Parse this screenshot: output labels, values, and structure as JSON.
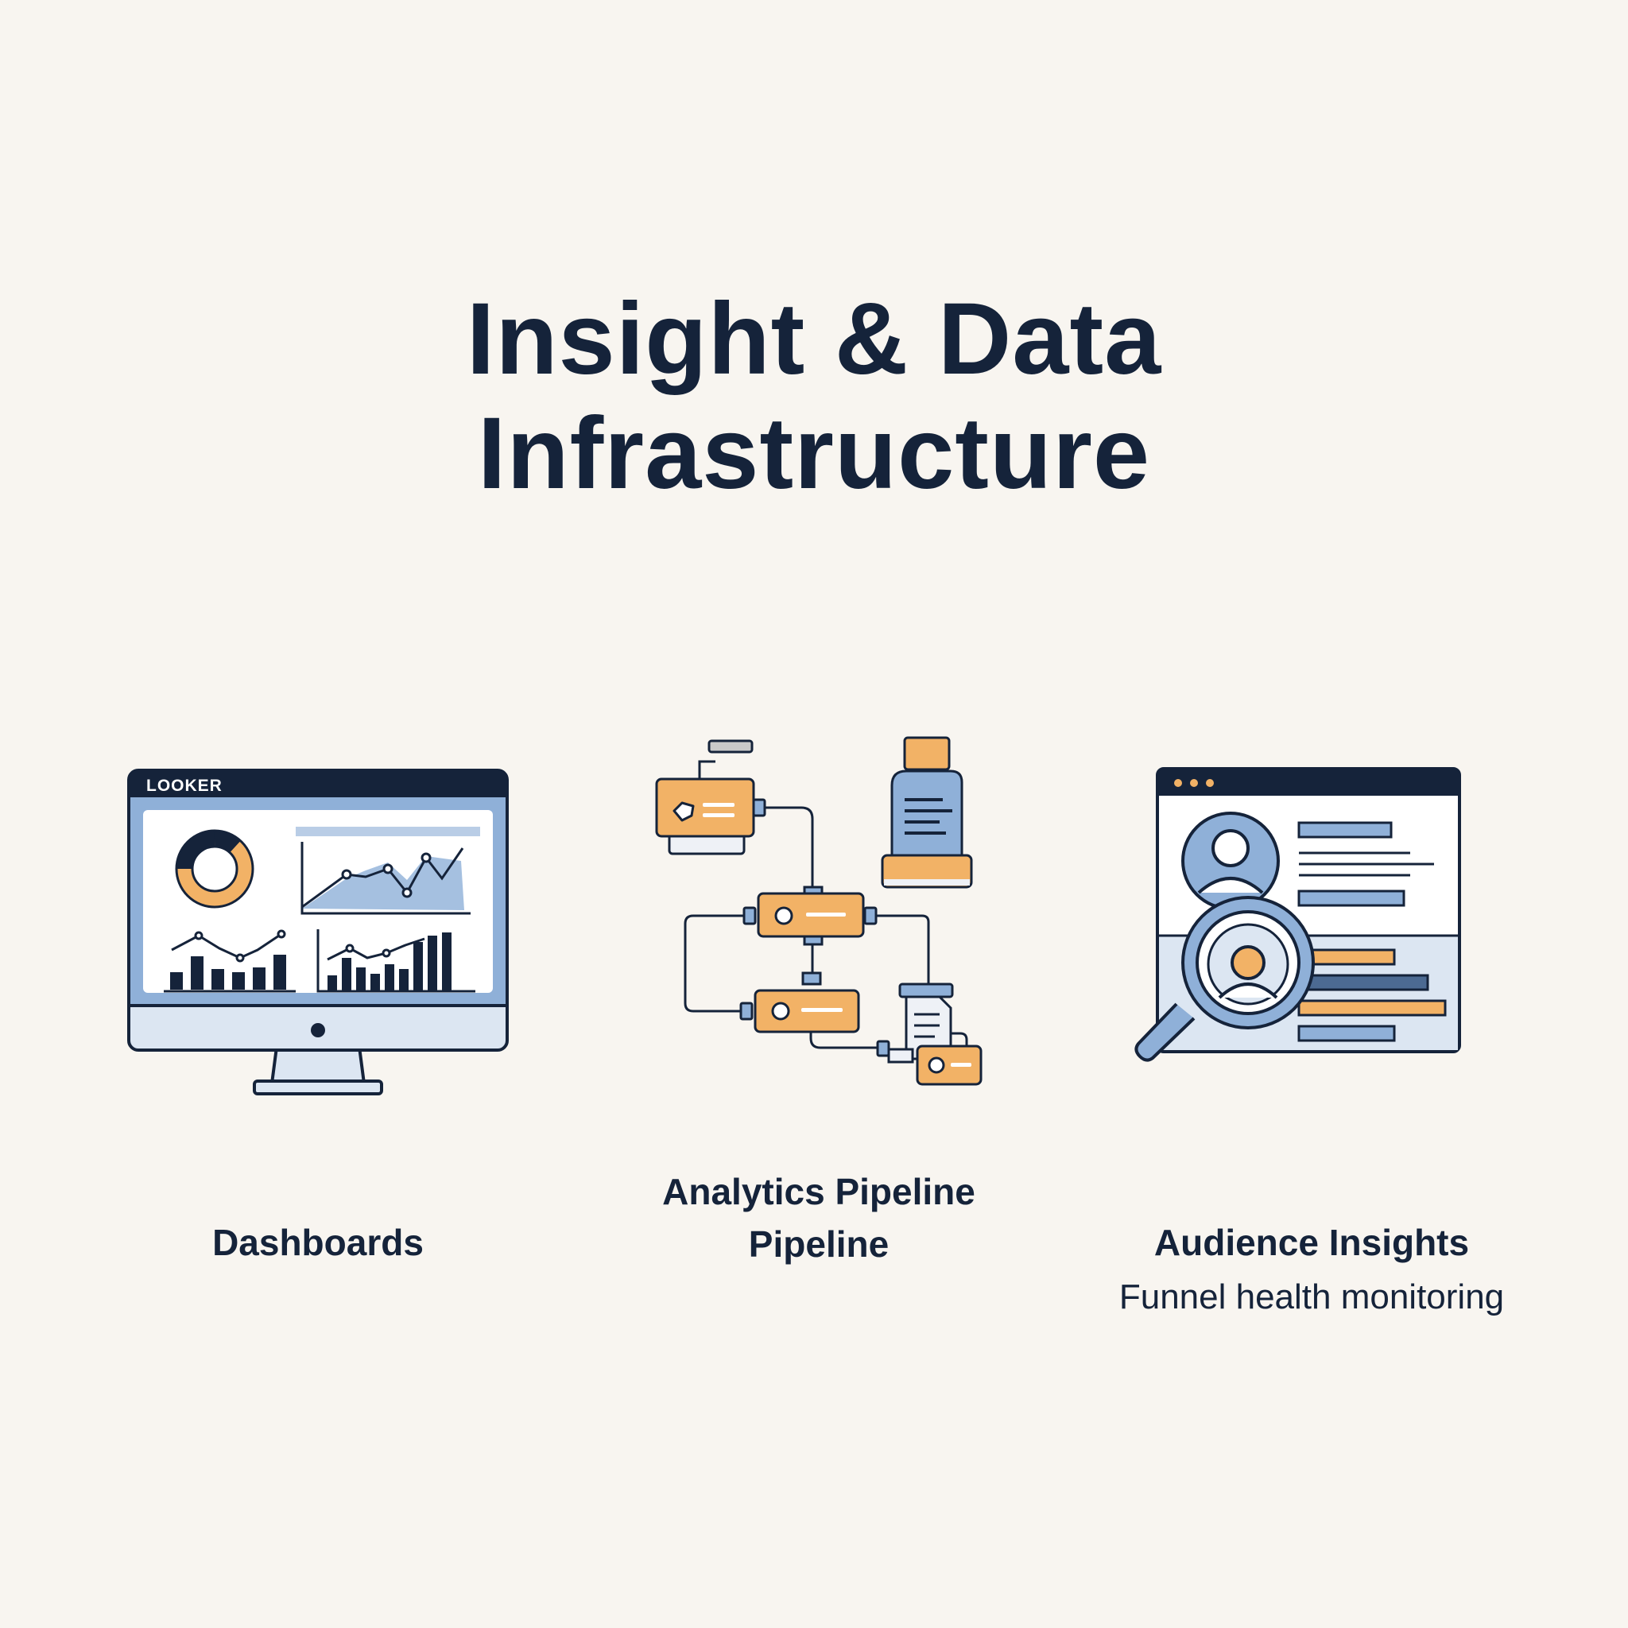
{
  "header": {
    "title_line1": "Insight & Data",
    "title_line2": "Infrastructure"
  },
  "colors": {
    "background": "#f8f5f0",
    "navy": "#15233a",
    "blue": "#7fa3cf",
    "light_blue": "#dce6f2",
    "orange": "#f2b266"
  },
  "cards": [
    {
      "id": "dashboards",
      "icon": "monitor-dashboard-icon",
      "screen_brand": "LOOKER",
      "label": "Dashboards"
    },
    {
      "id": "pipeline",
      "icon": "pipeline-icon",
      "label_line1": "Analytics Pipeline",
      "label_line2": "Pipeline"
    },
    {
      "id": "audience",
      "icon": "audience-magnifier-icon",
      "label": "Audience Insights",
      "sublabel": "Funnel health monitoring"
    }
  ]
}
